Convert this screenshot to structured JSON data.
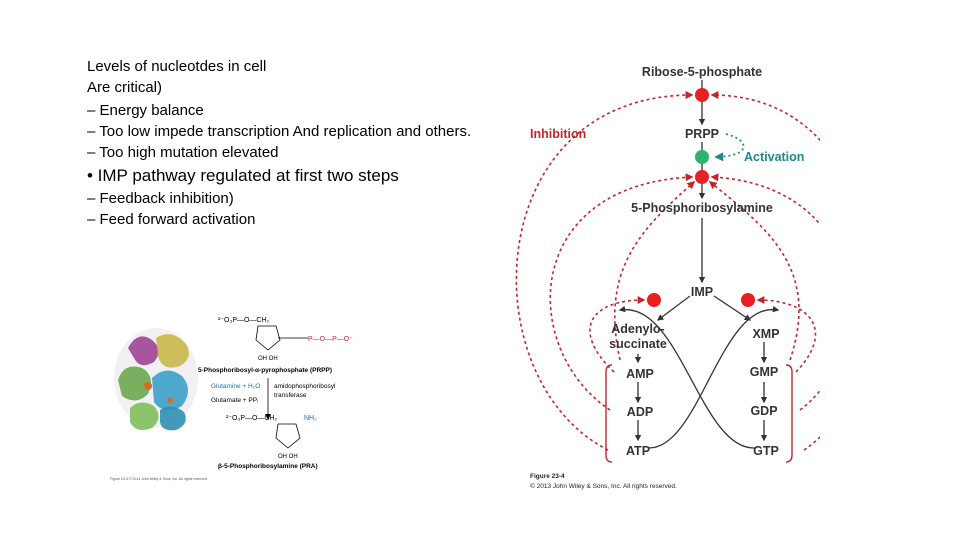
{
  "slide": {
    "lines": [
      "Levels of nucleotdes in cell",
      "Are critical)",
      "– Energy balance",
      "– Too low impede transcription And replication and others.",
      "– Too high mutation elevated",
      "• IMP pathway regulated at first two steps",
      "– Feedback  inhibition)",
      "– Feed forward activation"
    ]
  },
  "structure_figure": {
    "top_formula": "²⁻O₃P—O—CH₂",
    "prpp_label": "5-Phosphoribosyl-α-pyrophosphate (PRPP)",
    "reactant1": "Glutamine + H₂O",
    "product1": "Glutamate + PPᵢ",
    "enzyme": "amidophosphoribosyl transferase",
    "nh2": "NH₂",
    "bottom_formula": "²⁻O₃P—O—CH₂",
    "pra_label": "β-5-Phosphoribosylamine (PRA)",
    "oh_pair": "OH OH",
    "credit": "Figure 23-3 © 2013 John Wiley & Sons, Inc. All rights reserved."
  },
  "pathway": {
    "ribose": "Ribose-5-phosphate",
    "prpp": "PRPP",
    "inhibition": "Inhibition",
    "activation": "Activation",
    "pra": "5-Phosphoribosylamine",
    "imp": "IMP",
    "adenylo1": "Adenylo-",
    "adenylo2": "succinate",
    "xmp": "XMP",
    "amp": "AMP",
    "gmp": "GMP",
    "adp": "ADP",
    "gdp": "GDP",
    "atp": "ATP",
    "gtp": "GTP",
    "figure_label": "Figure 23-4",
    "copyright": "© 2013 John Wiley & Sons, Inc. All rights reserved."
  },
  "colors": {
    "inhibition": "#c0272d",
    "activation": "#1a8a8a",
    "inhibit_dot": "#e8201f",
    "activate_dot": "#2eb36a"
  }
}
